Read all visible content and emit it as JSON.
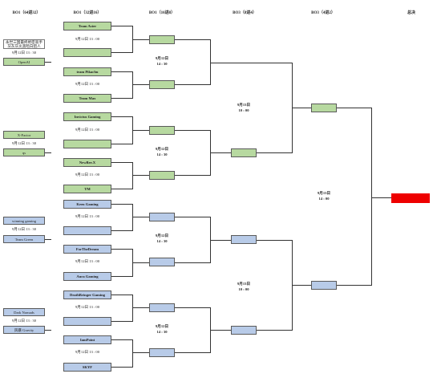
{
  "headers": [
    "BO1（64进32）",
    "BO1（32进16）",
    "BO1（16进8）",
    "BO3（8进4）",
    "BO3（4进2）",
    "总决"
  ],
  "r64": [
    {
      "top": "永世三国最终绝密高手",
      "top2": "灰灰灰炎黑暗白猎人",
      "time": "9月12日 13 : 30",
      "bottom": "OpenAI"
    },
    {
      "top": "X-Factor",
      "time": "9月12日 13 : 30",
      "bottom": "qs"
    },
    {
      "top": "winning gaming",
      "time": "9月12日 13 : 30",
      "bottom": "Team Green"
    },
    {
      "top": "Dark Nomads",
      "time": "9月12日 13 : 30",
      "bottom": "风暴 Gravity"
    }
  ],
  "r32": [
    {
      "top": "Team Aster",
      "bottom": ""
    },
    {
      "top": "team Pikachu",
      "bottom": "Team Max"
    },
    {
      "top": "Invictus Gaming",
      "bottom": ""
    },
    {
      "top": "NewBee.X",
      "bottom": "TM"
    },
    {
      "top": "Keen Gaming",
      "bottom": ""
    },
    {
      "top": "ForTheDream",
      "bottom": "Aura Gaming"
    },
    {
      "top": "DeathBringer Gaming",
      "bottom": ""
    },
    {
      "top": "IamPoint",
      "bottom": "SKYF"
    }
  ],
  "r32_time": "9月12日 13 : 00",
  "r16_times": [
    "9月12日\n14 : 30",
    "9月12日\n14 : 30",
    "9月12日\n14 : 30",
    "9月12日\n14 : 30"
  ],
  "r8_times": [
    "9月13日\n10 : 00",
    "9月13日\n10 : 00"
  ],
  "final_time": "9月13日\n14 : 00",
  "colors": {
    "green": "#b7d9a0",
    "blue": "#b8cbe8",
    "red": "#ee0000"
  }
}
